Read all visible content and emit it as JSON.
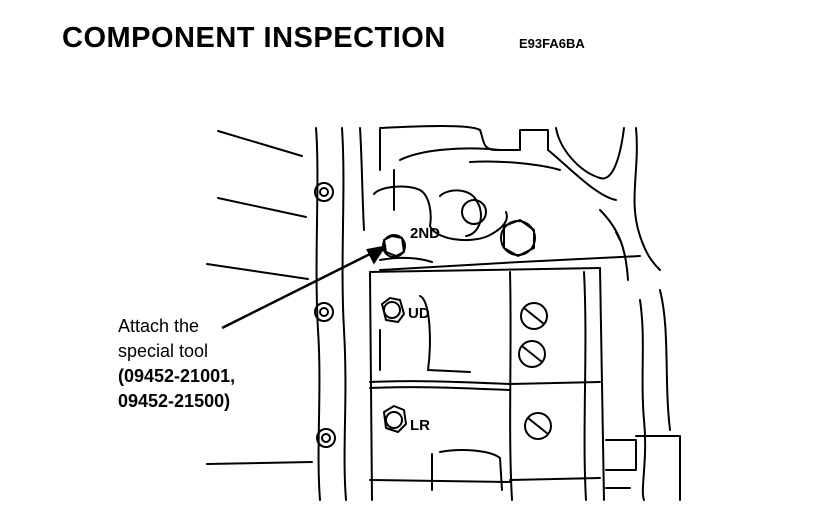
{
  "header": {
    "title": "COMPONENT INSPECTION",
    "code": "E93FA6BA"
  },
  "callout": {
    "line1": "Attach the",
    "line2": "special tool",
    "line3": "(09452-21001,",
    "line4": "09452-21500)"
  },
  "ports": {
    "second": "2ND",
    "underdrive": "UD",
    "low_reverse": "LR"
  }
}
